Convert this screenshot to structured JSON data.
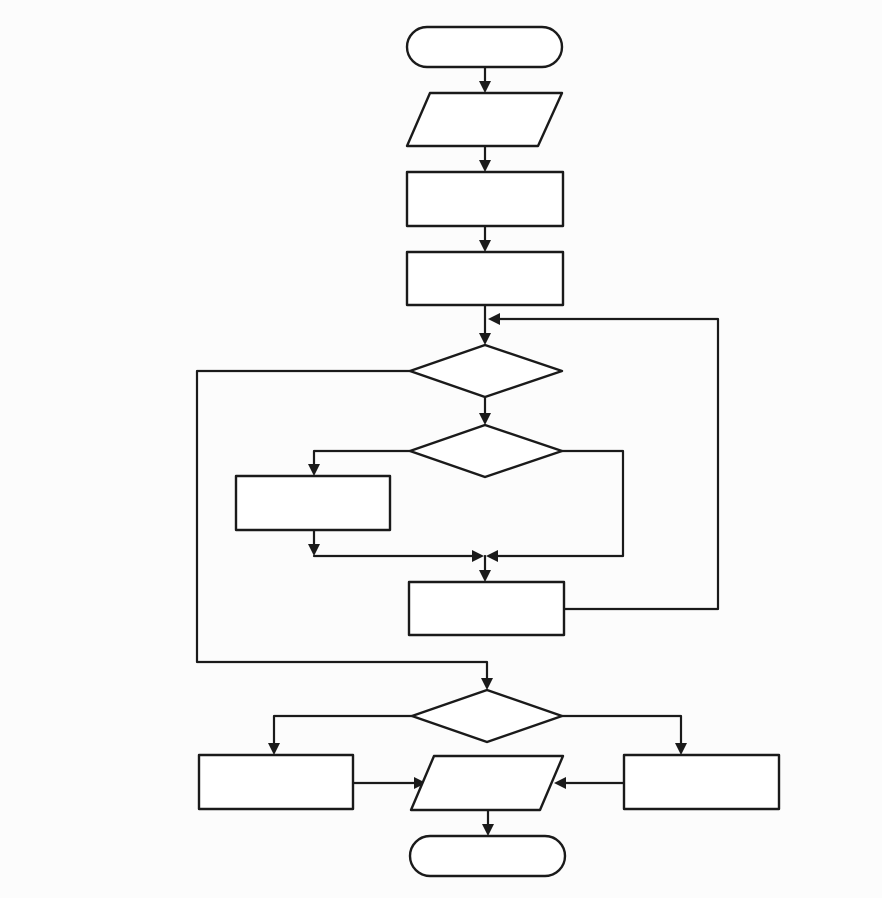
{
  "diagram": {
    "type": "flowchart",
    "stroke_color": "#1a1a1a",
    "fill_color": "#ffffff",
    "background_color": "#fcfcfc",
    "labels_visible": false,
    "nodes": [
      {
        "id": "start",
        "shape": "terminal"
      },
      {
        "id": "input",
        "shape": "parallelogram"
      },
      {
        "id": "process-1",
        "shape": "rectangle"
      },
      {
        "id": "process-2",
        "shape": "rectangle"
      },
      {
        "id": "loop-condition",
        "shape": "diamond"
      },
      {
        "id": "branch-condition",
        "shape": "diamond"
      },
      {
        "id": "branch-process",
        "shape": "rectangle"
      },
      {
        "id": "loop-update",
        "shape": "rectangle"
      },
      {
        "id": "final-condition",
        "shape": "diamond"
      },
      {
        "id": "left-result",
        "shape": "rectangle"
      },
      {
        "id": "output",
        "shape": "parallelogram"
      },
      {
        "id": "right-result",
        "shape": "rectangle"
      },
      {
        "id": "end",
        "shape": "terminal"
      }
    ],
    "connectors": [
      {
        "from": "start",
        "to": "input"
      },
      {
        "from": "input",
        "to": "process-1"
      },
      {
        "from": "process-1",
        "to": "process-2"
      },
      {
        "from": "process-2",
        "to": "loop-condition"
      },
      {
        "from": "loop-condition",
        "to": "branch-condition"
      },
      {
        "from": "loop-condition",
        "to": "final-condition"
      },
      {
        "from": "branch-condition",
        "to": "branch-process"
      },
      {
        "from": "branch-process",
        "to": "loop-update"
      },
      {
        "from": "branch-condition",
        "to": "loop-update"
      },
      {
        "from": "loop-update",
        "to": "loop-condition"
      },
      {
        "from": "final-condition",
        "to": "left-result"
      },
      {
        "from": "final-condition",
        "to": "right-result"
      },
      {
        "from": "left-result",
        "to": "output"
      },
      {
        "from": "right-result",
        "to": "output"
      },
      {
        "from": "output",
        "to": "end"
      }
    ]
  }
}
